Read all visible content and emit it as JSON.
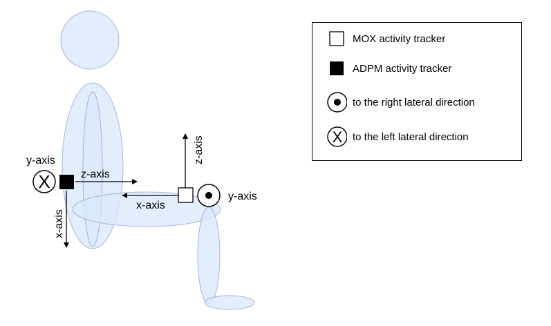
{
  "figure": {
    "body_fill": "#dae8fc",
    "body_stroke": "#6c8ebf",
    "labels": {
      "adpm_y": "y-axis",
      "adpm_z": "z-axis",
      "adpm_x": "x-axis",
      "mox_z": "z-axis",
      "mox_x": "x-axis",
      "mox_y": "y-axis"
    }
  },
  "legend": {
    "items": [
      {
        "symbol": "open-square-icon",
        "label": "MOX activity tracker"
      },
      {
        "symbol": "filled-square-icon",
        "label": "ADPM activity tracker"
      },
      {
        "symbol": "circled-dot-icon",
        "label": "to the right lateral direction"
      },
      {
        "symbol": "circled-x-icon",
        "label": "to the left lateral direction"
      }
    ]
  }
}
